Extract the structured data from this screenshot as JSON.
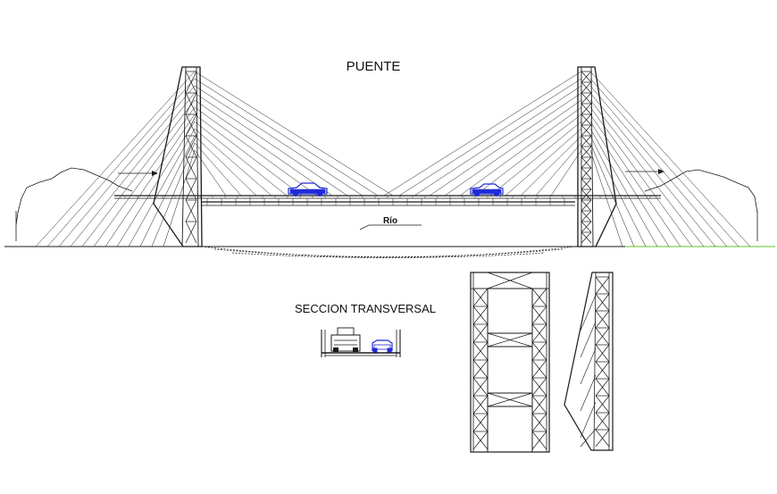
{
  "labels": {
    "title": "PUENTE",
    "section": "SECCION TRANSVERSAL",
    "river": "Río"
  },
  "colors": {
    "line": "#1a1a1a",
    "car": "#1f2bd8",
    "ground_right": "#7ccf4a",
    "background": "#ffffff"
  },
  "icons": [
    "car-icon",
    "truck-icon"
  ]
}
